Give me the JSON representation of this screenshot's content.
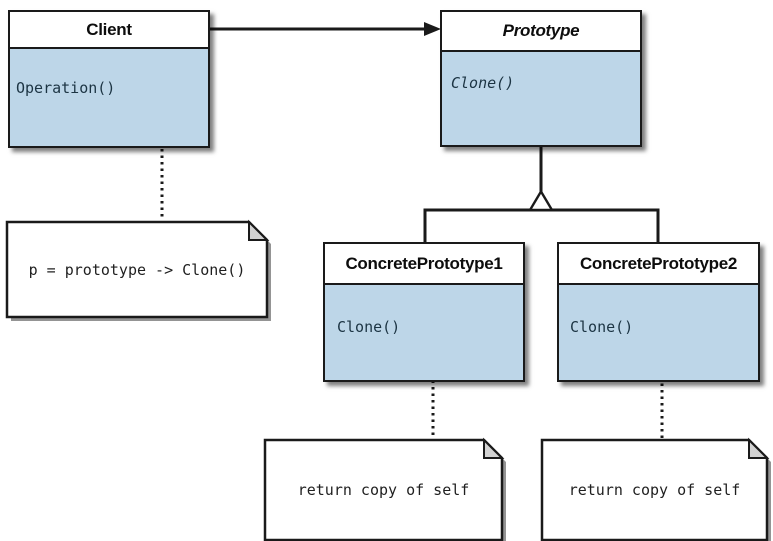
{
  "diagram": {
    "kind": "uml-class-diagram",
    "pattern": "Prototype"
  },
  "classes": {
    "client": {
      "name": "Client",
      "method": "Operation()"
    },
    "prototype": {
      "name": "Prototype",
      "method": "Clone()"
    },
    "concrete1": {
      "name": "ConcretePrototype1",
      "method": "Clone()"
    },
    "concrete2": {
      "name": "ConcretePrototype2",
      "method": "Clone()"
    }
  },
  "notes": {
    "client_note": {
      "text": "p = prototype -> Clone()"
    },
    "concrete1_note": {
      "text": "return copy of self"
    },
    "concrete2_note": {
      "text": "return copy of self"
    }
  },
  "colors": {
    "class_body_fill": "#bdd6e8",
    "class_header_fill": "#ffffff",
    "outline": "#1a1a1a",
    "method_text": "#1c3443",
    "note_fill": "#ffffff",
    "note_fold_fill": "#d2d2d2",
    "background": "#ffffff"
  }
}
